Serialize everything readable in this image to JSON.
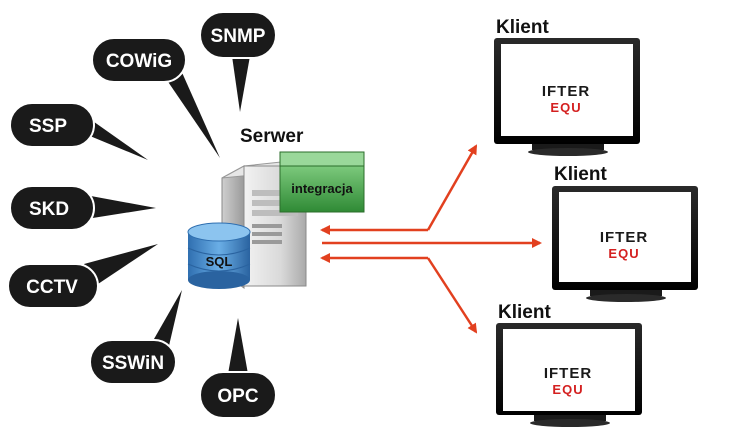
{
  "server": {
    "label": "Serwer",
    "integration_label": "integracja",
    "db_label": "SQL"
  },
  "bubbles": [
    {
      "id": "snmp",
      "label": "SNMP"
    },
    {
      "id": "cowig",
      "label": "COWiG"
    },
    {
      "id": "ssp",
      "label": "SSP"
    },
    {
      "id": "skd",
      "label": "SKD"
    },
    {
      "id": "cctv",
      "label": "CCTV"
    },
    {
      "id": "sswin",
      "label": "SSWiN"
    },
    {
      "id": "opc",
      "label": "OPC"
    }
  ],
  "clients": [
    {
      "label": "Klient",
      "logo_top": "IFTER",
      "logo_bottom": "EQU"
    },
    {
      "label": "Klient",
      "logo_top": "IFTER",
      "logo_bottom": "EQU"
    },
    {
      "label": "Klient",
      "logo_top": "IFTER",
      "logo_bottom": "EQU"
    }
  ],
  "colors": {
    "bubble": "#1a1a1a",
    "arrow": "#e2401f",
    "integration": "#3b9b3b",
    "db": "#3f86c8",
    "logo_red": "#d42020"
  }
}
